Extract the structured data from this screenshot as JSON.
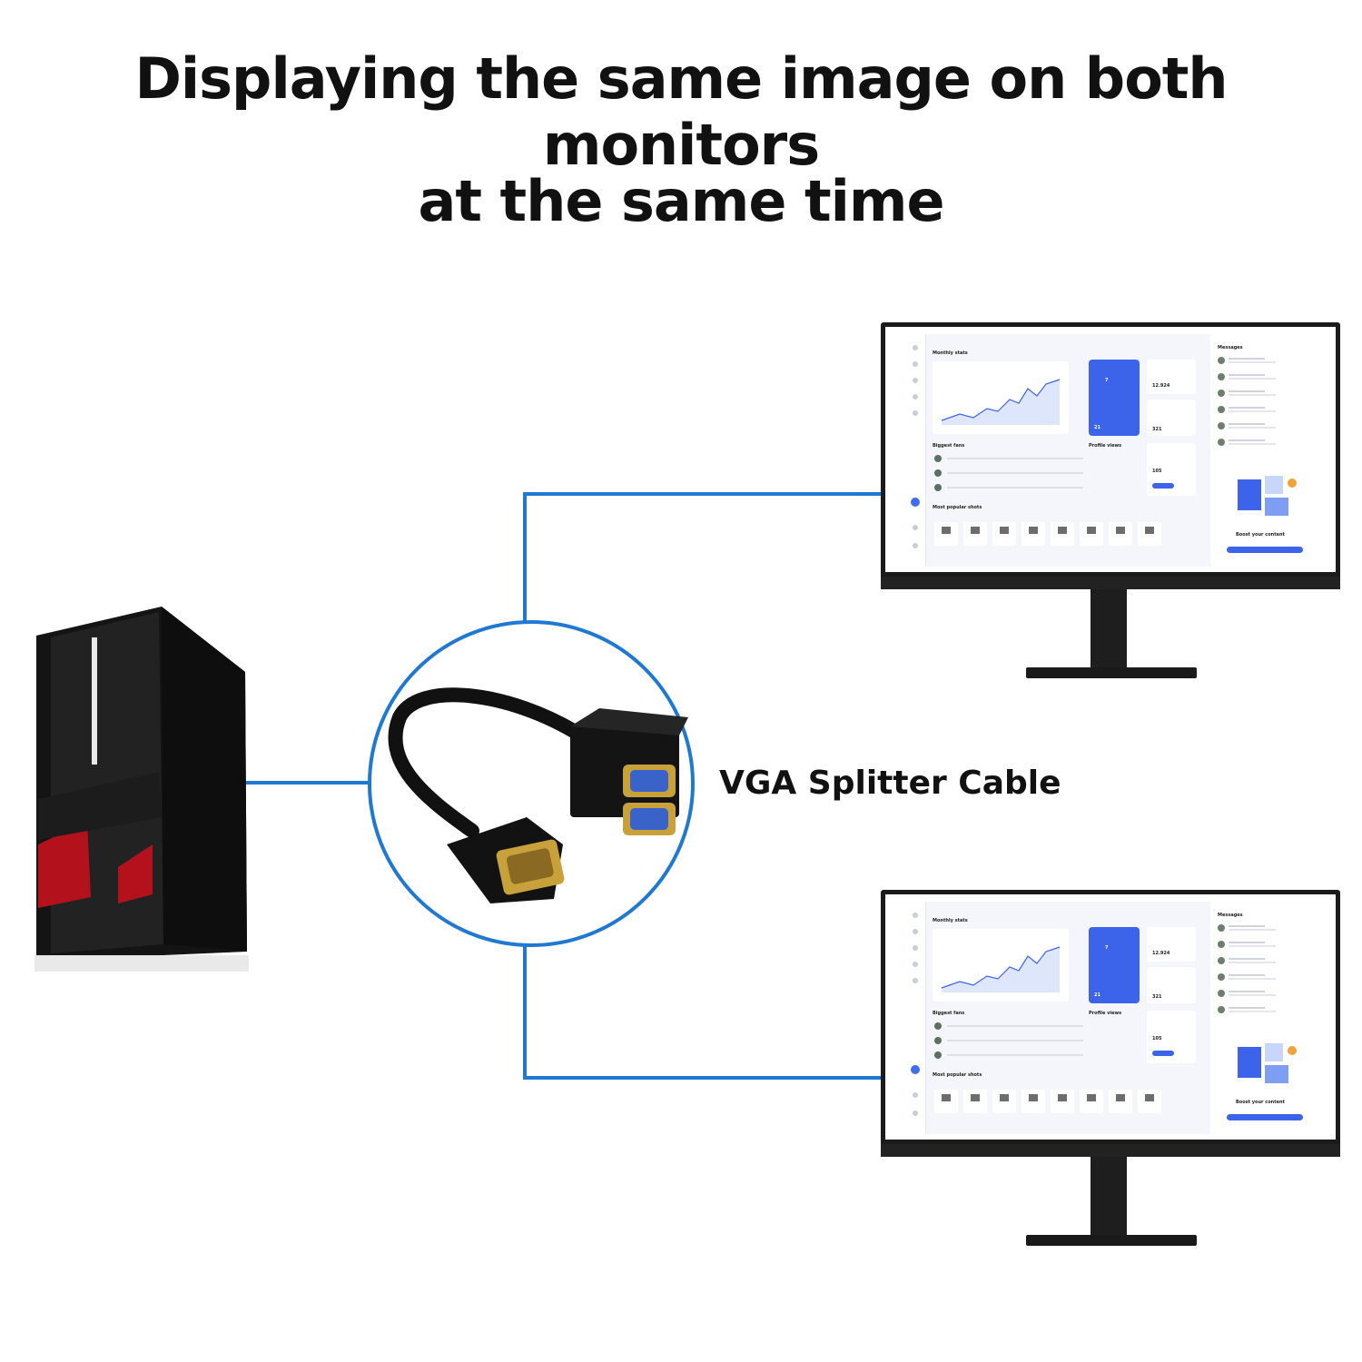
{
  "headline": {
    "line1": "Displaying the same image on both monitors",
    "line2": "at the same time"
  },
  "splitter": {
    "label": "VGA Splitter Cable"
  },
  "screen_content": {
    "monthly_stats": "Monthly stats",
    "stat_likes": "12.924",
    "stat_comments": "321",
    "blue_card_number": "7",
    "blue_card_value": "21",
    "biggest_fans": "Biggest fans",
    "profile_views": "Profile views",
    "views_count": "105",
    "most_popular_shots": "Most popular shots",
    "messages": "Messages",
    "boost_title": "Boost your content"
  },
  "colors": {
    "connector_line": "#1f78d1",
    "accent_blue": "#3b64ea",
    "case_accent": "#b3121c"
  },
  "icons": [
    "desktop-tower-icon",
    "vga-splitter-cable-icon",
    "monitor-icon"
  ]
}
